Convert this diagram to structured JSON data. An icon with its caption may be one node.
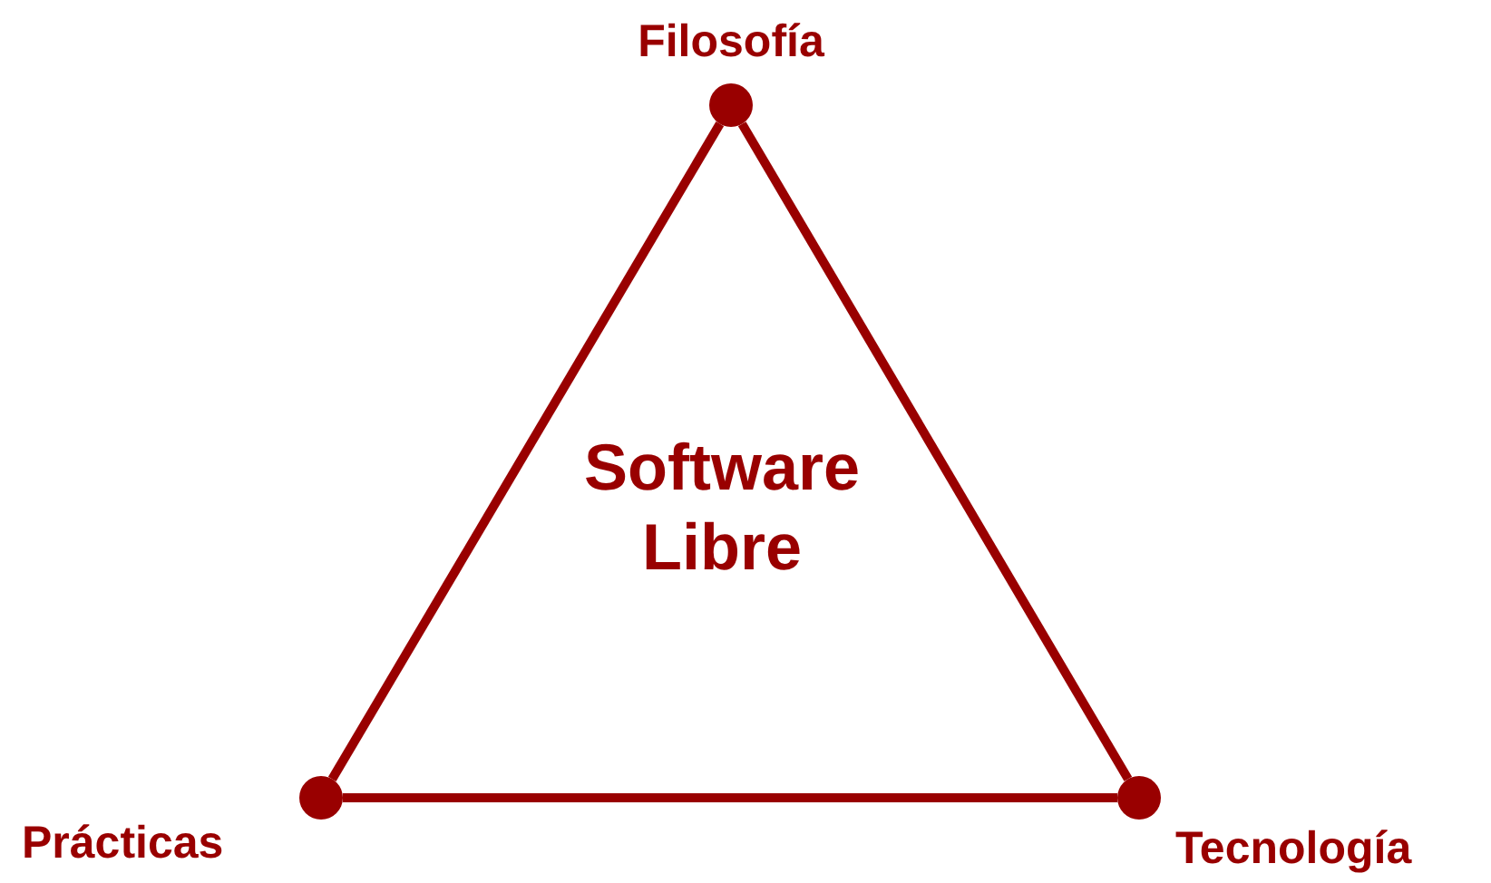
{
  "diagram": {
    "nodes": [
      {
        "text": [
          "Filosofía"
        ]
      },
      {
        "text": [
          "Prácticas"
        ]
      },
      {
        "text": [
          "Tecnología"
        ]
      }
    ],
    "edges": [
      {
        "from": 0,
        "to": 1,
        "arrow": "none"
      },
      {
        "from": 1,
        "to": 2,
        "arrow": "none"
      },
      {
        "from": 2,
        "to": 0,
        "arrow": "none"
      }
    ],
    "labels": [
      "Software Libre"
    ]
  }
}
